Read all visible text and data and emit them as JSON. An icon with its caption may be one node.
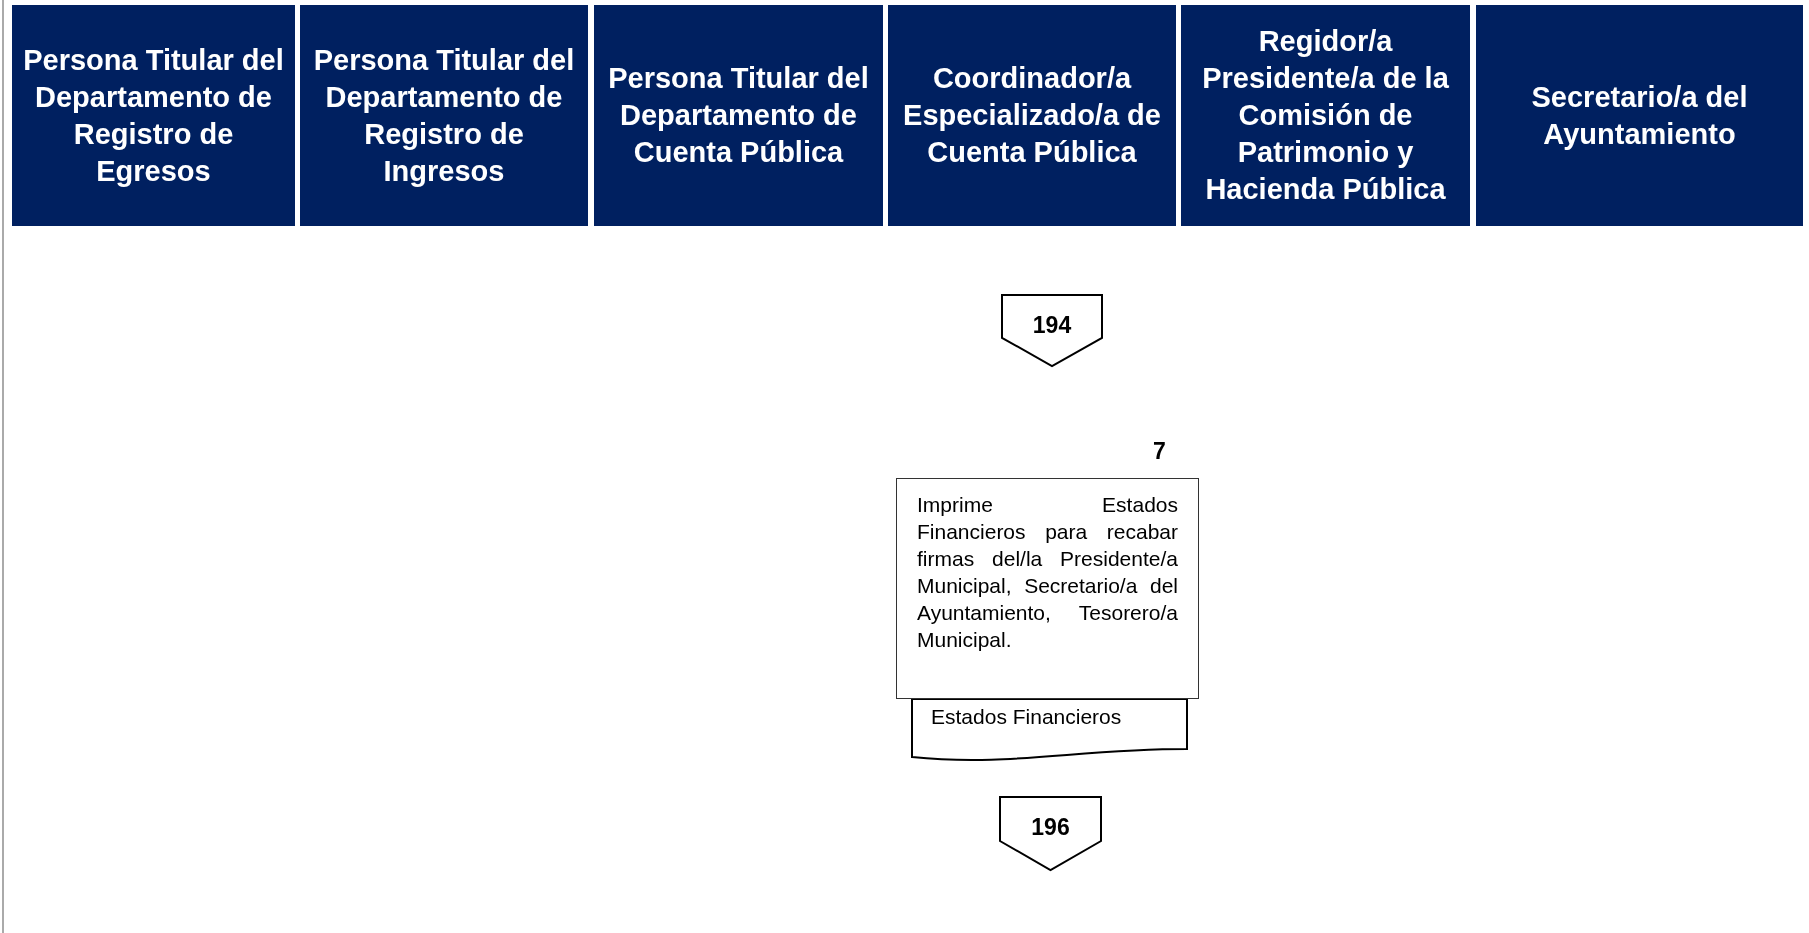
{
  "diagram": {
    "nodes": [
      {
        "text": [
          "Persona Titular del Departamento de Registro de Egresos"
        ]
      },
      {
        "text": [
          "Persona Titular del Departamento de Registro de Ingresos"
        ]
      },
      {
        "text": [
          "Persona Titular del Departamento de Cuenta Pública"
        ]
      },
      {
        "text": [
          "Coordinador/a Especializado/a de Cuenta Pública"
        ]
      },
      {
        "text": [
          "Regidor/a Presidente/a de la Comisión de Patrimonio y Hacienda Pública"
        ]
      },
      {
        "text": [
          "Secretario/a del Ayuntamiento"
        ]
      },
      {
        "text": [
          "194"
        ]
      },
      {
        "text": [
          "Imprime Estados Financieros para recabar firmas del/la Presidente/a Municipal, Secretario/a del Ayuntamiento, Tesorero/a Municipal."
        ],
        "beside": [
          "7"
        ]
      },
      {
        "text": [
          "Estados Financieros"
        ]
      },
      {
        "text": [
          "196"
        ]
      }
    ]
  }
}
